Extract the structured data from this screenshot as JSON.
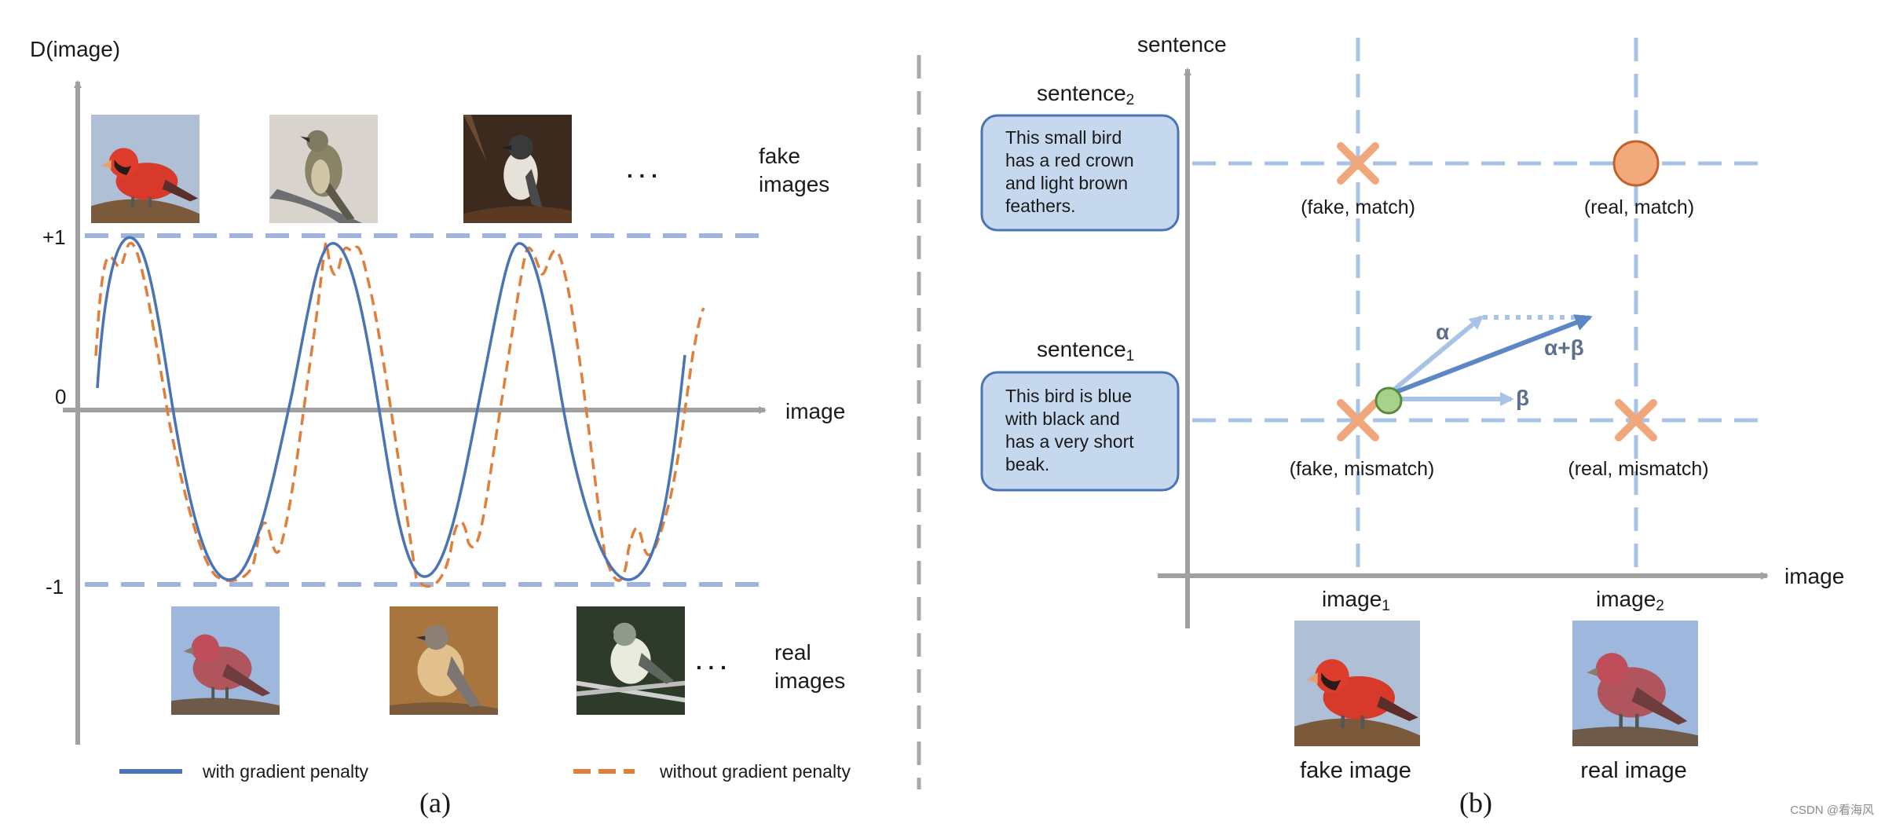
{
  "panel_a": {
    "y_axis_label": "D(image)",
    "x_axis_label": "image",
    "tick_plus1": "+1",
    "tick_zero": "0",
    "tick_minus1": "-1",
    "fake_label_line1": "fake",
    "fake_label_line2": "images",
    "real_label_line1": "real",
    "real_label_line2": "images",
    "ellipsis": ". . .",
    "legend_solid": "with gradient penalty",
    "legend_dashed": "without gradient penalty",
    "caption": "(a)",
    "colors": {
      "solid": "#4a74b4",
      "dashed": "#e07f3c",
      "guide": "#9fb3df",
      "axis": "#a0a0a0"
    }
  },
  "panel_b": {
    "y_axis_label": "sentence",
    "x_axis_label": "image",
    "sentence2_label": "sentence",
    "sentence2_sub": "2",
    "sentence2_lines": [
      "This small bird",
      "has a red crown",
      "and light brown",
      "feathers."
    ],
    "sentence1_label": "sentence",
    "sentence1_sub": "1",
    "sentence1_lines": [
      "This bird is blue",
      "with black and",
      "has a very short",
      "beak."
    ],
    "points": {
      "fake_match": "(fake, match)",
      "real_match": "(real, match)",
      "fake_mismatch": "(fake, mismatch)",
      "real_mismatch": "(real, mismatch)"
    },
    "arrows": {
      "alpha": "α",
      "beta": "β",
      "sum": "α+β"
    },
    "image1_label": "image",
    "image1_sub": "1",
    "image2_label": "image",
    "image2_sub": "2",
    "fake_caption": "fake image",
    "real_caption": "real image",
    "caption": "(b)",
    "colors": {
      "box_fill": "#c5d8ee",
      "box_stroke": "#4a74b4",
      "cross": "#f0a77c",
      "circle_fill": "#f2a97c",
      "circle_stroke": "#c0622a",
      "green": "#a9d18e"
    }
  },
  "watermark": "CSDN @看海风"
}
